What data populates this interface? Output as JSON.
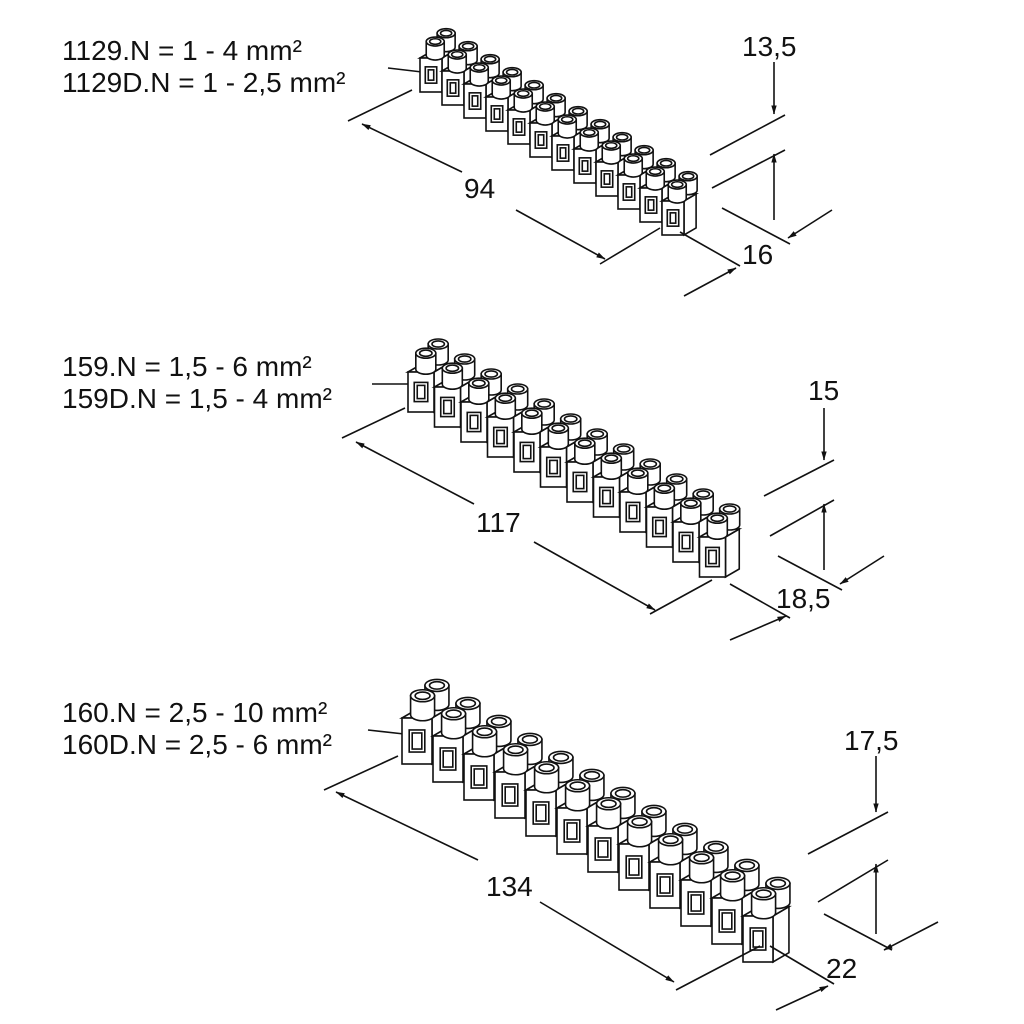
{
  "strips": [
    {
      "label_1": "1129.N = 1 - 4 mm²",
      "label_2": "1129D.N = 1 - 2,5 mm²",
      "length": "94",
      "height": "13,5",
      "depth": "16",
      "terminal_count": 12
    },
    {
      "label_1": "159.N = 1,5 - 6 mm²",
      "label_2": "159D.N = 1,5 - 4 mm²",
      "length": "117",
      "height": "15",
      "depth": "18,5",
      "terminal_count": 12
    },
    {
      "label_1": "160.N = 2,5 - 10 mm²",
      "label_2": "160D.N = 2,5 - 6 mm²",
      "length": "134",
      "height": "17,5",
      "depth": "22",
      "terminal_count": 12
    }
  ]
}
